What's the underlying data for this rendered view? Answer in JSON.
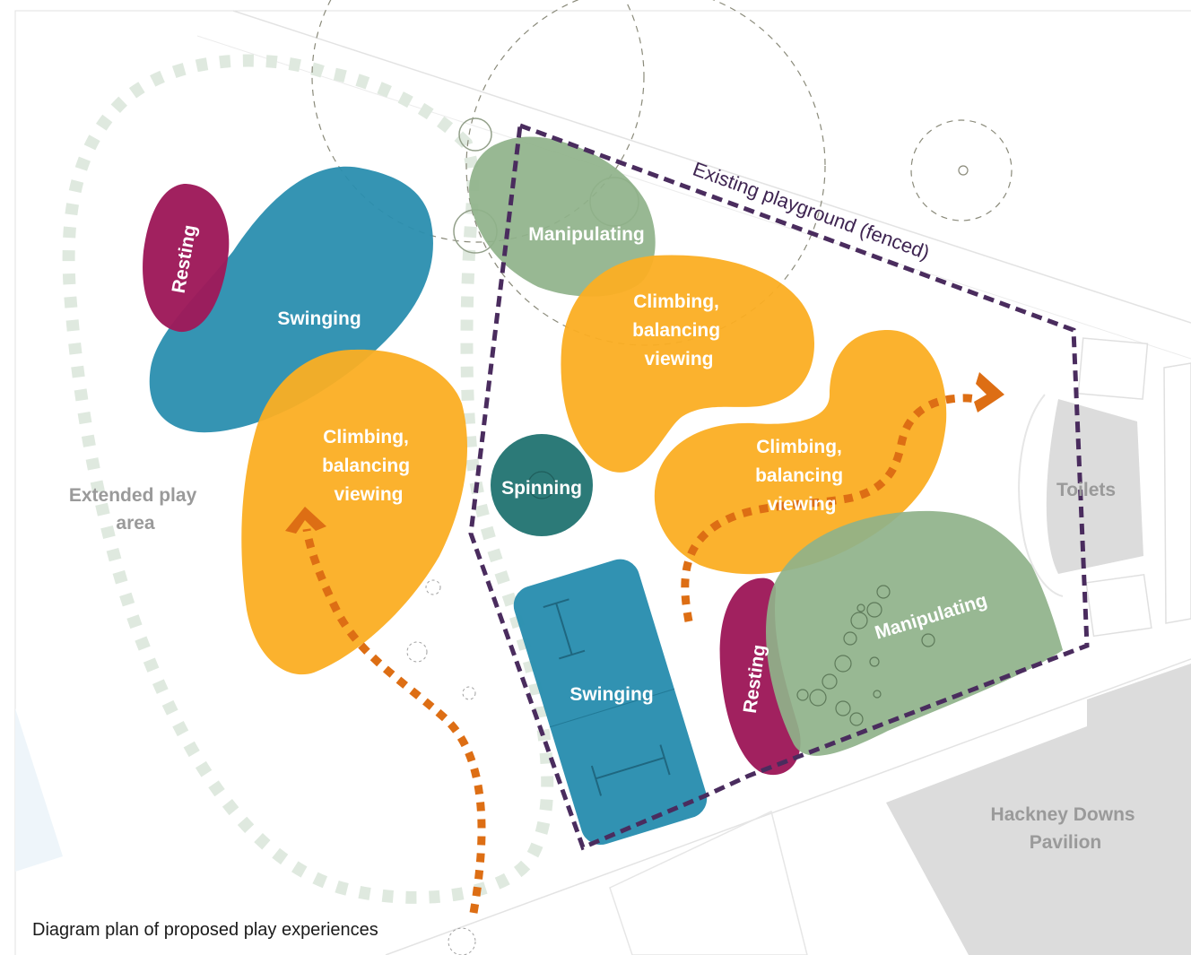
{
  "caption": "Diagram plan of proposed play experiences",
  "colors": {
    "climbing": "#fbae23",
    "swinging": "#2a8eaf",
    "manipulating": "#8fb28a",
    "resting": "#9e1a5a",
    "spinning": "#2c7a78",
    "fence": "#4a2c5e",
    "route_arrow": "#dd6e14",
    "extended_area": "#dfe9df",
    "building": "#dcdcdc",
    "map_label": "#9a9a9a"
  },
  "zones": {
    "resting_west": "Resting",
    "swinging_west": "Swinging",
    "climbing_west": [
      "Climbing,",
      "balancing",
      "viewing"
    ],
    "manipulating_north": "Manipulating",
    "climbing_north": [
      "Climbing,",
      "balancing",
      "viewing"
    ],
    "climbing_east": [
      "Climbing,",
      "balancing",
      "viewing"
    ],
    "spinning": "Spinning",
    "swinging_south": "Swinging",
    "resting_south": "Resting",
    "manipulating_south": "Manipulating"
  },
  "areas": {
    "extended_play": [
      "Extended play",
      "area"
    ],
    "existing_playground": "Existing playground (fenced)",
    "toilets": "Toilets",
    "pavilion": [
      "Hackney Downs",
      "Pavilion"
    ]
  }
}
